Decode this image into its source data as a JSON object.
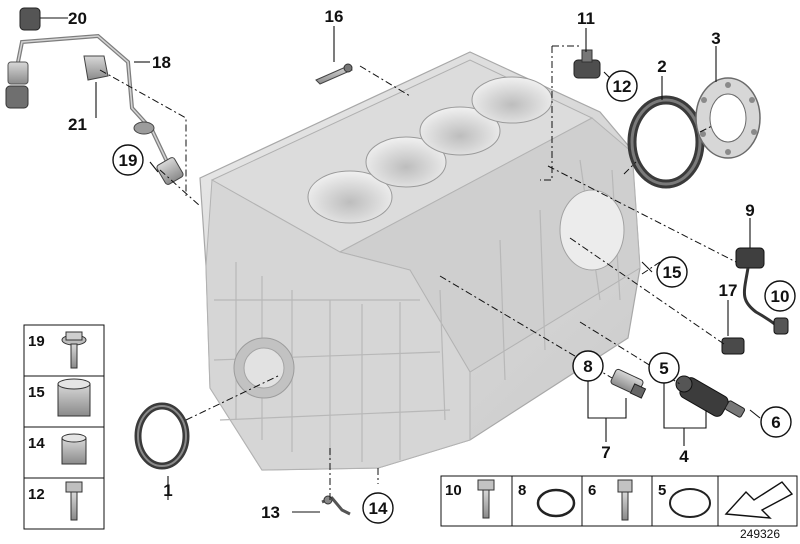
{
  "diagram": {
    "callouts": {
      "c1": "1",
      "c2": "2",
      "c3": "3",
      "c4": "4",
      "c5": "5",
      "c6": "6",
      "c7": "7",
      "c8": "8",
      "c9": "9",
      "c10": "10",
      "c11": "11",
      "c12": "12",
      "c13": "13",
      "c14": "14",
      "c15": "15",
      "c16": "16",
      "c17": "17",
      "c18": "18",
      "c19": "19",
      "c20": "20",
      "c21": "21"
    },
    "legend_left": [
      "19",
      "15",
      "14",
      "12"
    ],
    "legend_bottom": [
      "10",
      "8",
      "6",
      "5"
    ],
    "doc_number": "249326"
  }
}
